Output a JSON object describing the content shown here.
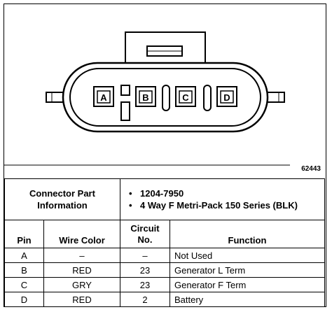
{
  "diagram": {
    "figure_id": "62443",
    "pin_labels": [
      "A",
      "B",
      "C",
      "D"
    ]
  },
  "info": {
    "label": "Connector Part Information",
    "items": [
      "1204-7950",
      "4 Way F Metri-Pack 150 Series (BLK)"
    ]
  },
  "table": {
    "headers": {
      "pin": "Pin",
      "wire_color": "Wire Color",
      "circuit_no": "Circuit No.",
      "function": "Function"
    },
    "rows": [
      {
        "pin": "A",
        "wire_color": "–",
        "circuit_no": "–",
        "function": "Not Used"
      },
      {
        "pin": "B",
        "wire_color": "RED",
        "circuit_no": "23",
        "function": "Generator L Term"
      },
      {
        "pin": "C",
        "wire_color": "GRY",
        "circuit_no": "23",
        "function": "Generator F Term"
      },
      {
        "pin": "D",
        "wire_color": "RED",
        "circuit_no": "2",
        "function": "Battery"
      }
    ]
  }
}
